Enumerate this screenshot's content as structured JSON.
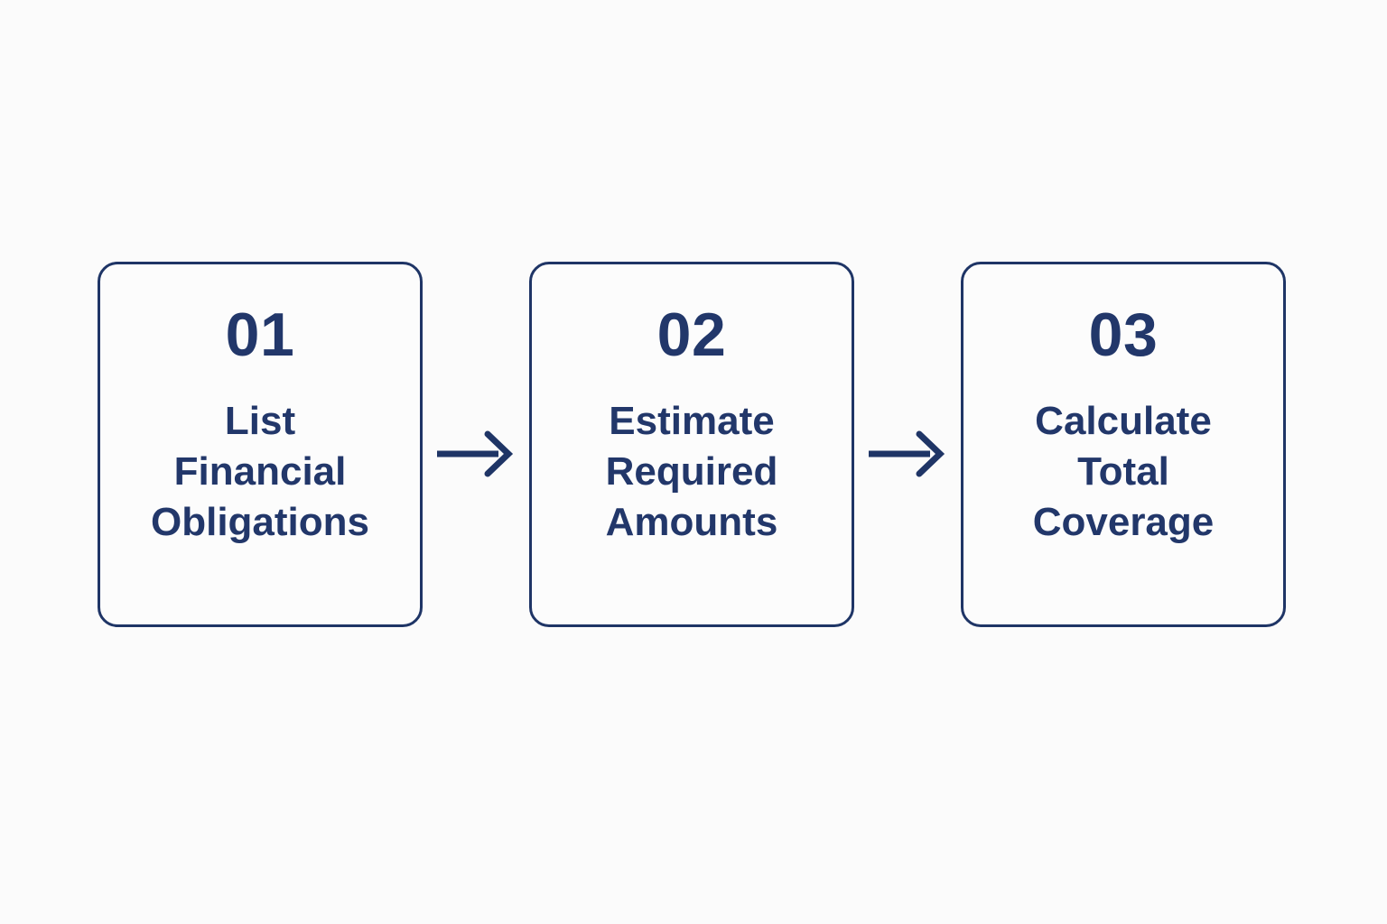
{
  "canvas": {
    "background_color": "#fbfbfb",
    "accent_color": "#1f3566",
    "text_color": "#22376a"
  },
  "diagram": {
    "type": "horizontal-process-flow",
    "steps": [
      {
        "number": "01",
        "label": "List\nFinancial\nObligations"
      },
      {
        "number": "02",
        "label": "Estimate\nRequired\nAmounts"
      },
      {
        "number": "03",
        "label": "Calculate\nTotal\nCoverage"
      }
    ],
    "connectors": [
      {
        "icon": "arrow-right-icon"
      },
      {
        "icon": "arrow-right-icon"
      }
    ]
  }
}
